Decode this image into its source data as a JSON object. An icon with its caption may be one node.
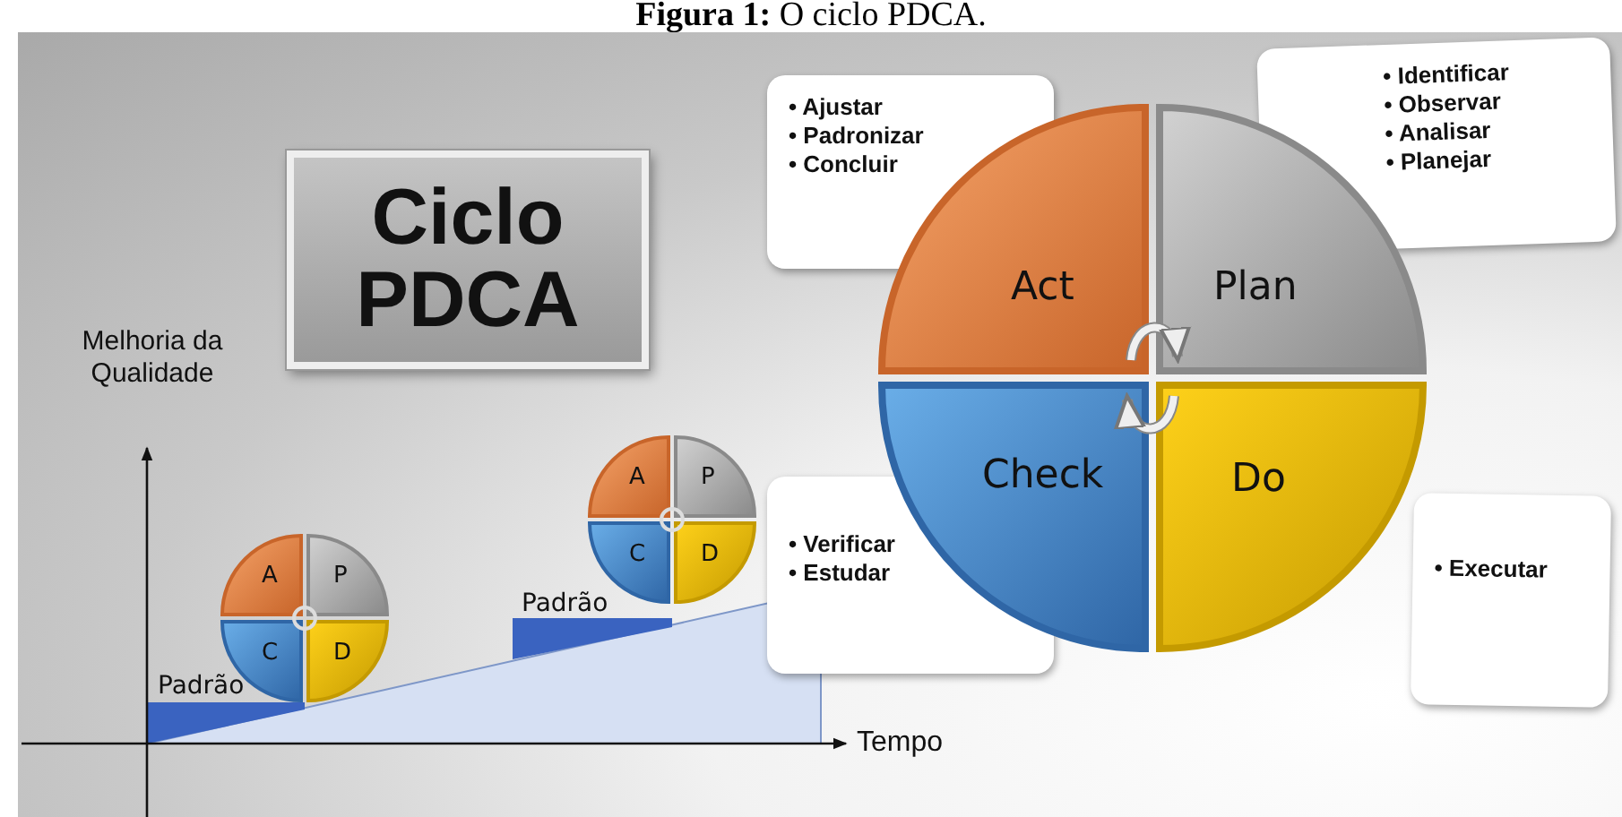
{
  "diagram": {
    "title": "**Figura 1:** O ciclo PDCA.",
    "nodes": [
      {
        "text": [
          "Ciclo PDCA"
        ]
      },
      {
        "text": [
          "• Ajustar",
          "• Padronizar",
          "• Concluir"
        ]
      },
      {
        "text": [
          "• Identificar",
          "• Observar",
          "• Analisar",
          "• Planejar"
        ]
      },
      {
        "text": [
          "Act"
        ]
      },
      {
        "text": [
          "Plan"
        ]
      },
      {
        "text": [
          "Check"
        ]
      },
      {
        "text": [
          "Do"
        ]
      },
      {
        "text": [
          "• Verificar",
          "• Estudar"
        ]
      },
      {
        "text": [
          "• Executar"
        ]
      },
      {
        "text": [
          "A"
        ]
      },
      {
        "text": [
          "P"
        ]
      },
      {
        "text": [
          "C"
        ]
      },
      {
        "text": [
          "D"
        ]
      },
      {
        "text": [
          "A"
        ]
      },
      {
        "text": [
          "P"
        ]
      },
      {
        "text": [
          "C"
        ]
      },
      {
        "text": [
          "D"
        ]
      }
    ],
    "edges": [
      {
        "from": 3,
        "to": 4,
        "arrow": "to"
      },
      {
        "from": 6,
        "to": 5,
        "arrow": "to"
      }
    ],
    "labels": [
      "Melhoria da Qualidade",
      "Tempo",
      "Padrão",
      "Padrão"
    ]
  }
}
